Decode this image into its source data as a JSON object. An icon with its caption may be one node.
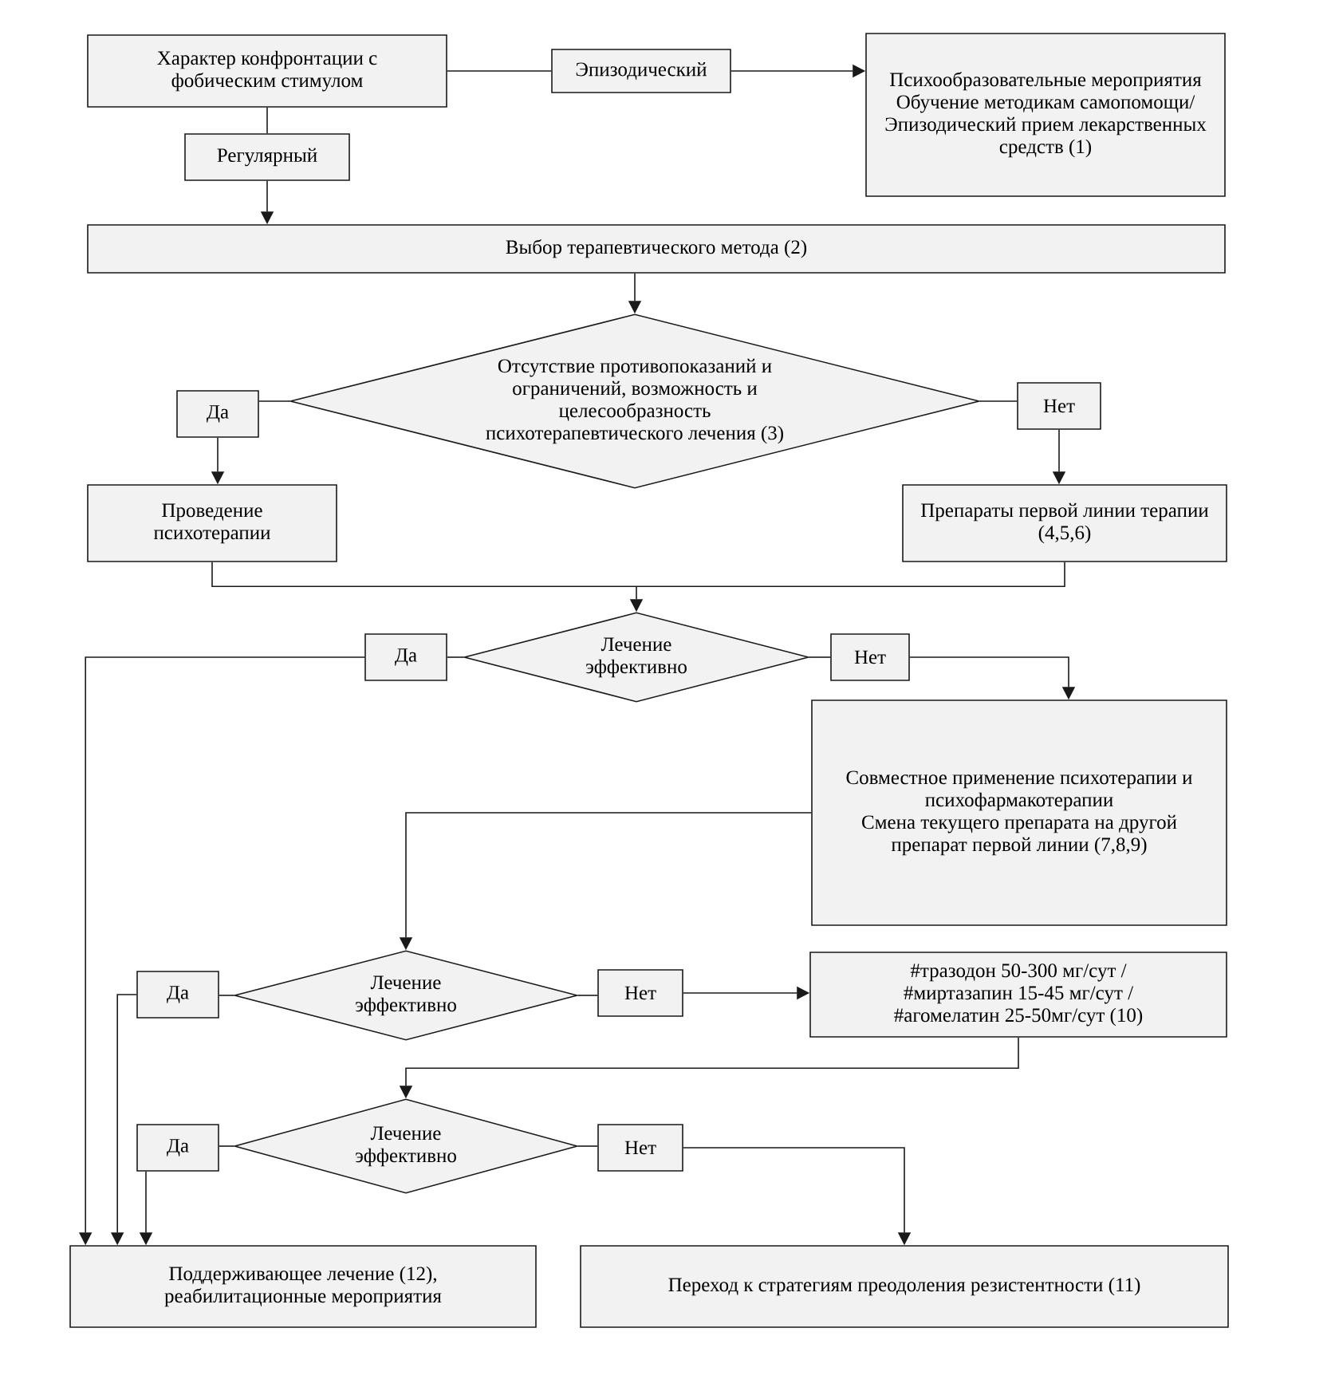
{
  "diagram": {
    "nodes": [
      {
        "text": [
          "Характер конфронтации с фобическим стимулом"
        ]
      },
      {
        "text": [
          "Эпизодический"
        ]
      },
      {
        "text": [
          "Психообразовательные мероприятия",
          "Обучение методикам самопомощи/",
          "Эпизодический прием лекарственных средств (1)"
        ]
      },
      {
        "text": [
          "Регулярный"
        ]
      },
      {
        "text": [
          "Выбор терапевтического метода (2)"
        ]
      },
      {
        "text": [
          "Отсутствие противопоказаний и ограничений, возможность и целесообразность психотерапевтического лечения (3)"
        ]
      },
      {
        "text": [
          "Да"
        ]
      },
      {
        "text": [
          "Нет"
        ]
      },
      {
        "text": [
          "Проведение психотерапии"
        ]
      },
      {
        "text": [
          "Препараты первой линии терапии (4,5,6)"
        ]
      },
      {
        "text": [
          "Лечение эффективно"
        ]
      },
      {
        "text": [
          "Да"
        ]
      },
      {
        "text": [
          "Нет"
        ]
      },
      {
        "text": [
          "Совместное применение психотерапии и психофармакотерапии",
          "Смена текущего препарата на другой препарат первой линии (7,8,9)"
        ]
      },
      {
        "text": [
          "Лечение эффективно"
        ]
      },
      {
        "text": [
          "Да"
        ]
      },
      {
        "text": [
          "Нет"
        ]
      },
      {
        "text": [
          "#тразодон 50-300 мг/сут /",
          "#миртазапин 15-45 мг/сут /",
          "#агомелатин 25-50мг/сут (10)"
        ]
      },
      {
        "text": [
          "Лечение эффективно"
        ]
      },
      {
        "text": [
          "Да"
        ]
      },
      {
        "text": [
          "Нет"
        ]
      },
      {
        "text": [
          "Поддерживающее лечение (12), реабилитационные мероприятия"
        ]
      },
      {
        "text": [
          "Переход к стратегиям преодоления резистентности (11)"
        ]
      }
    ],
    "edges": [
      {
        "from": 0,
        "to": 1,
        "arrow": "none"
      },
      {
        "from": 1,
        "to": 2,
        "arrow": "to"
      },
      {
        "from": 0,
        "to": 3,
        "arrow": "none"
      },
      {
        "from": 3,
        "to": 4,
        "arrow": "to"
      },
      {
        "from": 4,
        "to": 5,
        "arrow": "to"
      },
      {
        "from": 5,
        "to": 6,
        "arrow": "none"
      },
      {
        "from": 6,
        "to": 8,
        "arrow": "to"
      },
      {
        "from": 5,
        "to": 7,
        "arrow": "none"
      },
      {
        "from": 7,
        "to": 9,
        "arrow": "to"
      },
      {
        "from": 8,
        "to": 10,
        "arrow": "to"
      },
      {
        "from": 9,
        "to": 10,
        "arrow": "to"
      },
      {
        "from": 10,
        "to": 11,
        "arrow": "none"
      },
      {
        "from": 11,
        "to": 21,
        "arrow": "to"
      },
      {
        "from": 10,
        "to": 12,
        "arrow": "none"
      },
      {
        "from": 12,
        "to": 13,
        "arrow": "to"
      },
      {
        "from": 13,
        "to": 14,
        "arrow": "to"
      },
      {
        "from": 14,
        "to": 15,
        "arrow": "none"
      },
      {
        "from": 15,
        "to": 21,
        "arrow": "to"
      },
      {
        "from": 14,
        "to": 16,
        "arrow": "none"
      },
      {
        "from": 16,
        "to": 17,
        "arrow": "to"
      },
      {
        "from": 17,
        "to": 18,
        "arrow": "to"
      },
      {
        "from": 18,
        "to": 19,
        "arrow": "none"
      },
      {
        "from": 19,
        "to": 21,
        "arrow": "to"
      },
      {
        "from": 18,
        "to": 20,
        "arrow": "none"
      },
      {
        "from": 20,
        "to": 22,
        "arrow": "to"
      }
    ]
  }
}
